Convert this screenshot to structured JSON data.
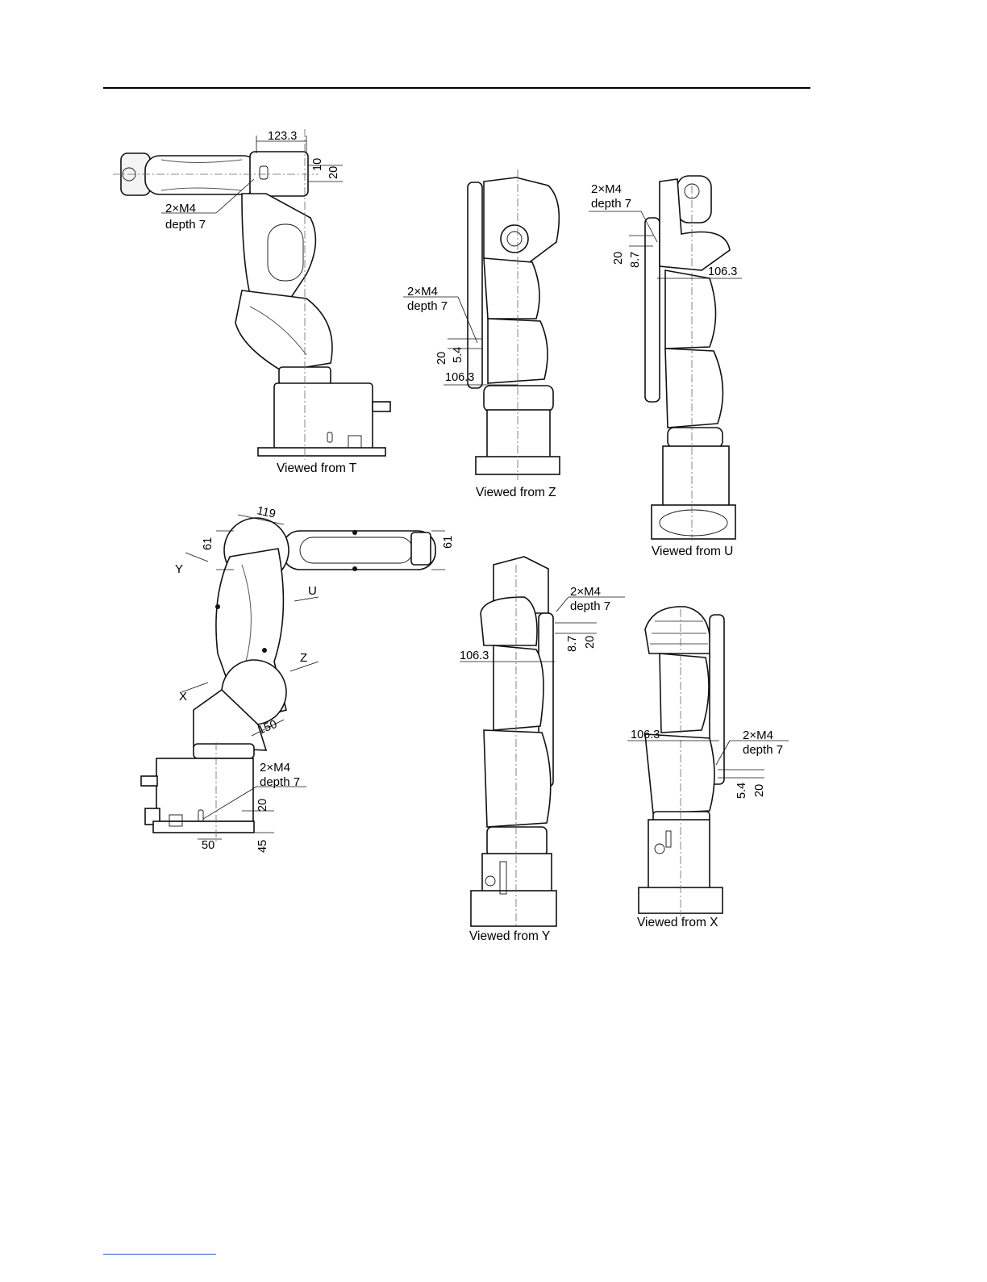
{
  "views": {
    "t": {
      "caption": "Viewed from T",
      "note": [
        "2×M4",
        "depth 7"
      ],
      "dims": [
        "123.3",
        "10",
        "20"
      ]
    },
    "z": {
      "caption": "Viewed from Z",
      "note": [
        "2×M4",
        "depth 7"
      ],
      "dims": [
        "20",
        "5.4",
        "106.3"
      ]
    },
    "u": {
      "caption": "Viewed from U",
      "note": [
        "2×M4",
        "depth 7"
      ],
      "dims": [
        "20",
        "8.7",
        "106.3"
      ]
    },
    "side": {
      "note": [
        "2×M4",
        "depth 7"
      ],
      "dims": [
        "119",
        "61",
        "61",
        "150",
        "20",
        "50",
        "45"
      ],
      "arrows": [
        "Y",
        "U",
        "Z",
        "X"
      ]
    },
    "y": {
      "caption": "Viewed from Y",
      "note": [
        "2×M4",
        "depth 7"
      ],
      "dims": [
        "8.7",
        "20",
        "106.3"
      ]
    },
    "x": {
      "caption": "Viewed from X",
      "note": [
        "2×M4",
        "depth 7"
      ],
      "dims": [
        "106.3",
        "5.4",
        "20"
      ]
    }
  }
}
